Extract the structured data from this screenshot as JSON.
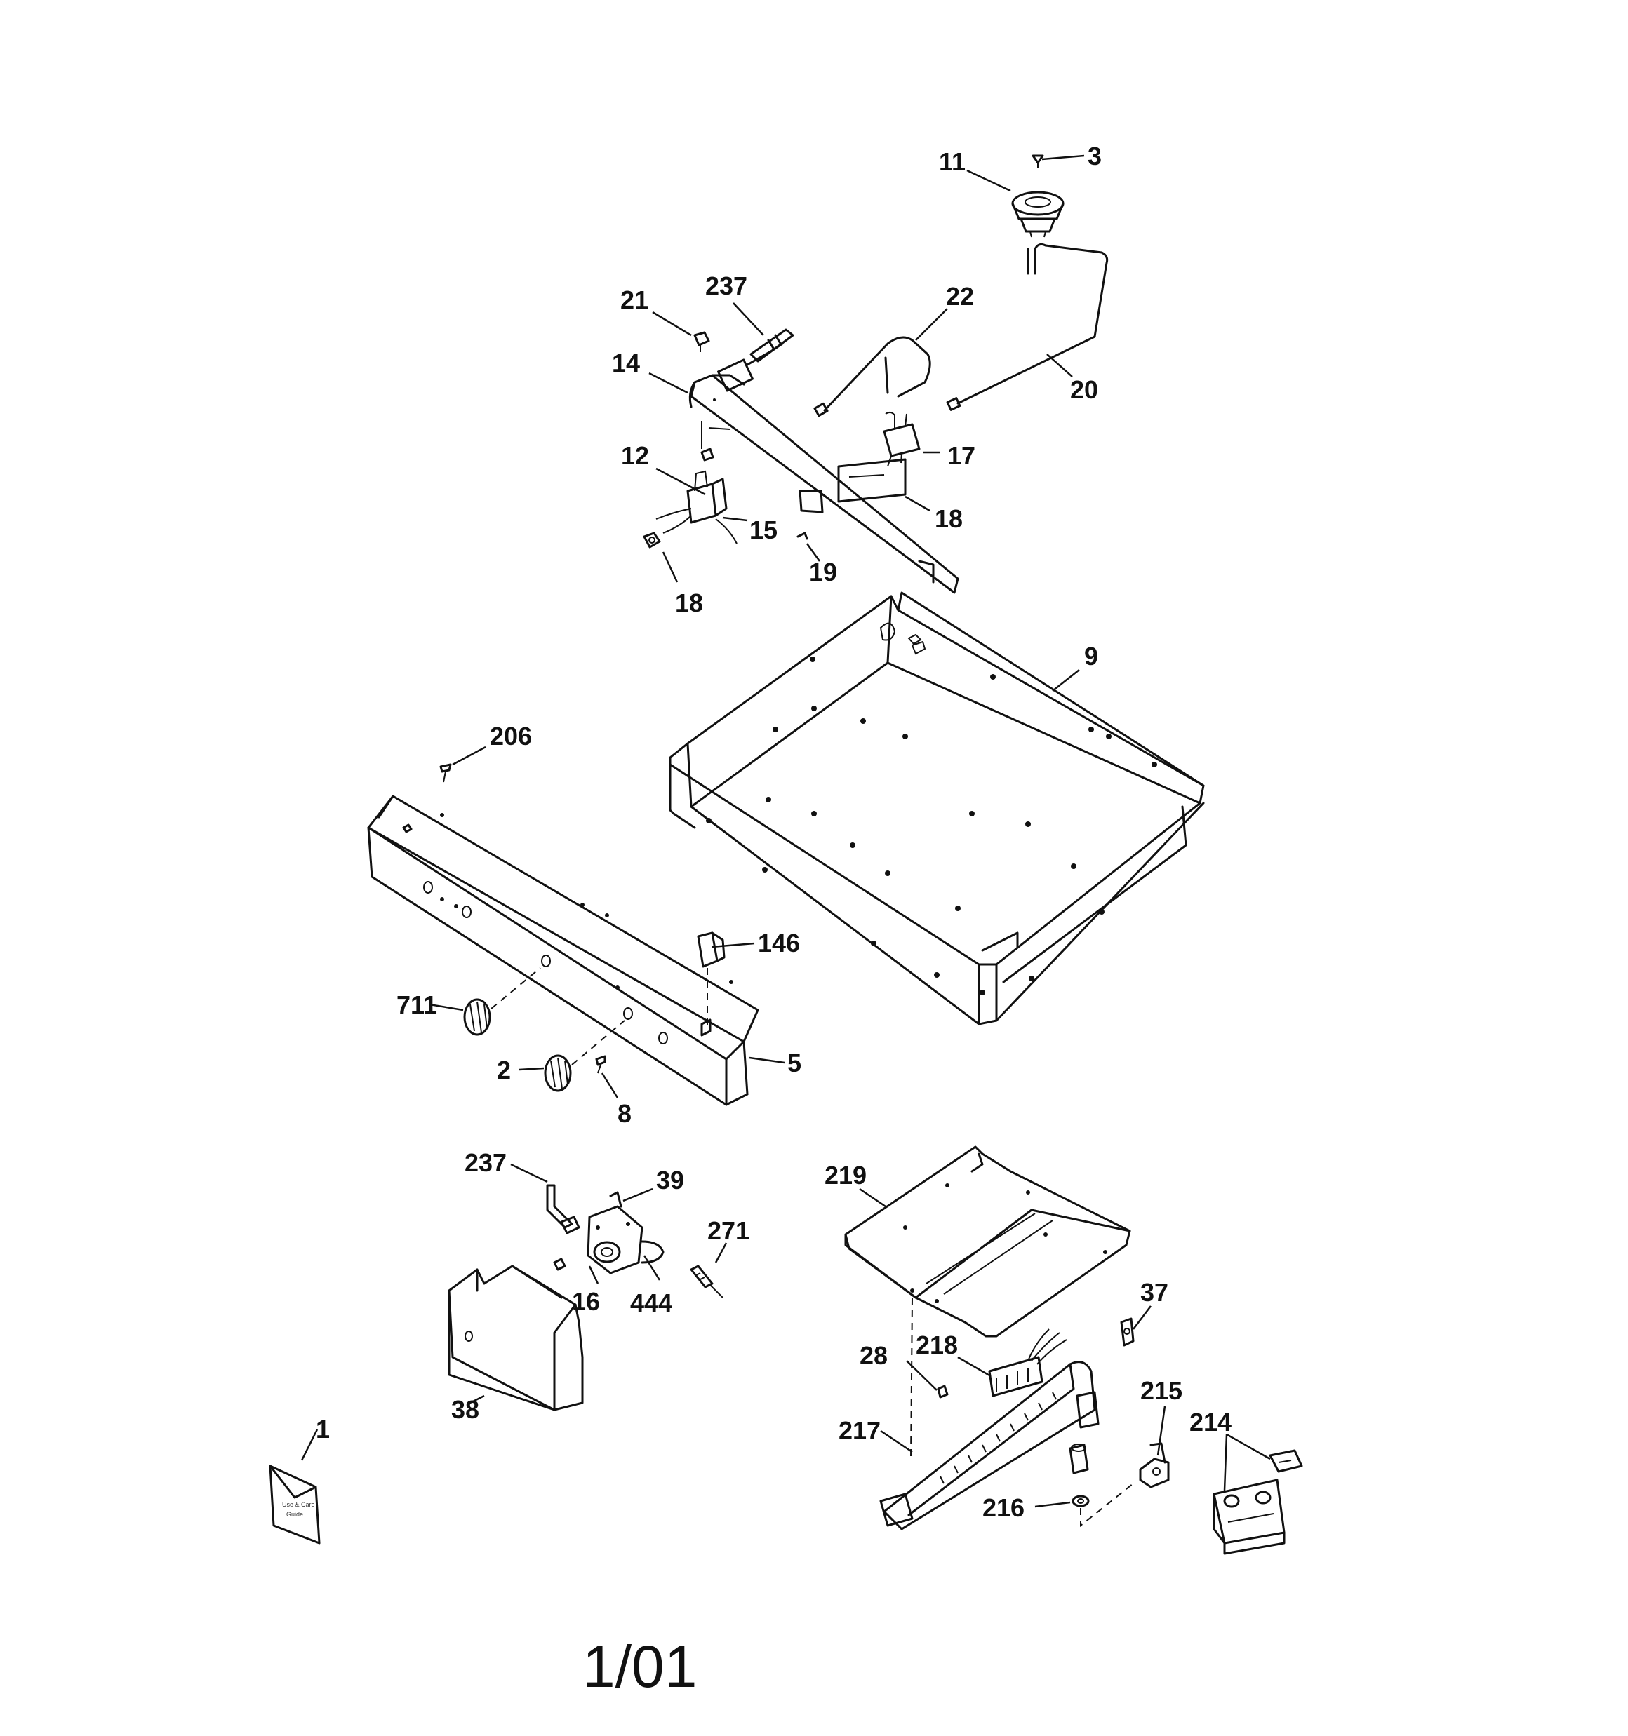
{
  "callouts": {
    "c3": "3",
    "c11": "11",
    "c21": "21",
    "c237a": "237",
    "c22": "22",
    "c14": "14",
    "c20": "20",
    "c12": "12",
    "c17": "17",
    "c15": "15",
    "c18a": "18",
    "c19": "19",
    "c18b": "18",
    "c9": "9",
    "c206": "206",
    "c146": "146",
    "c711": "711",
    "c2": "2",
    "c5": "5",
    "c8": "8",
    "c237b": "237",
    "c39": "39",
    "c271": "271",
    "c16": "16",
    "c444": "444",
    "c38": "38",
    "c219": "219",
    "c37": "37",
    "c28": "28",
    "c218": "218",
    "c215": "215",
    "c217": "217",
    "c214": "214",
    "c1": "1",
    "c216": "216"
  },
  "footer": "1/01",
  "manual_bag_text": [
    "Use & Care",
    "Guide"
  ]
}
